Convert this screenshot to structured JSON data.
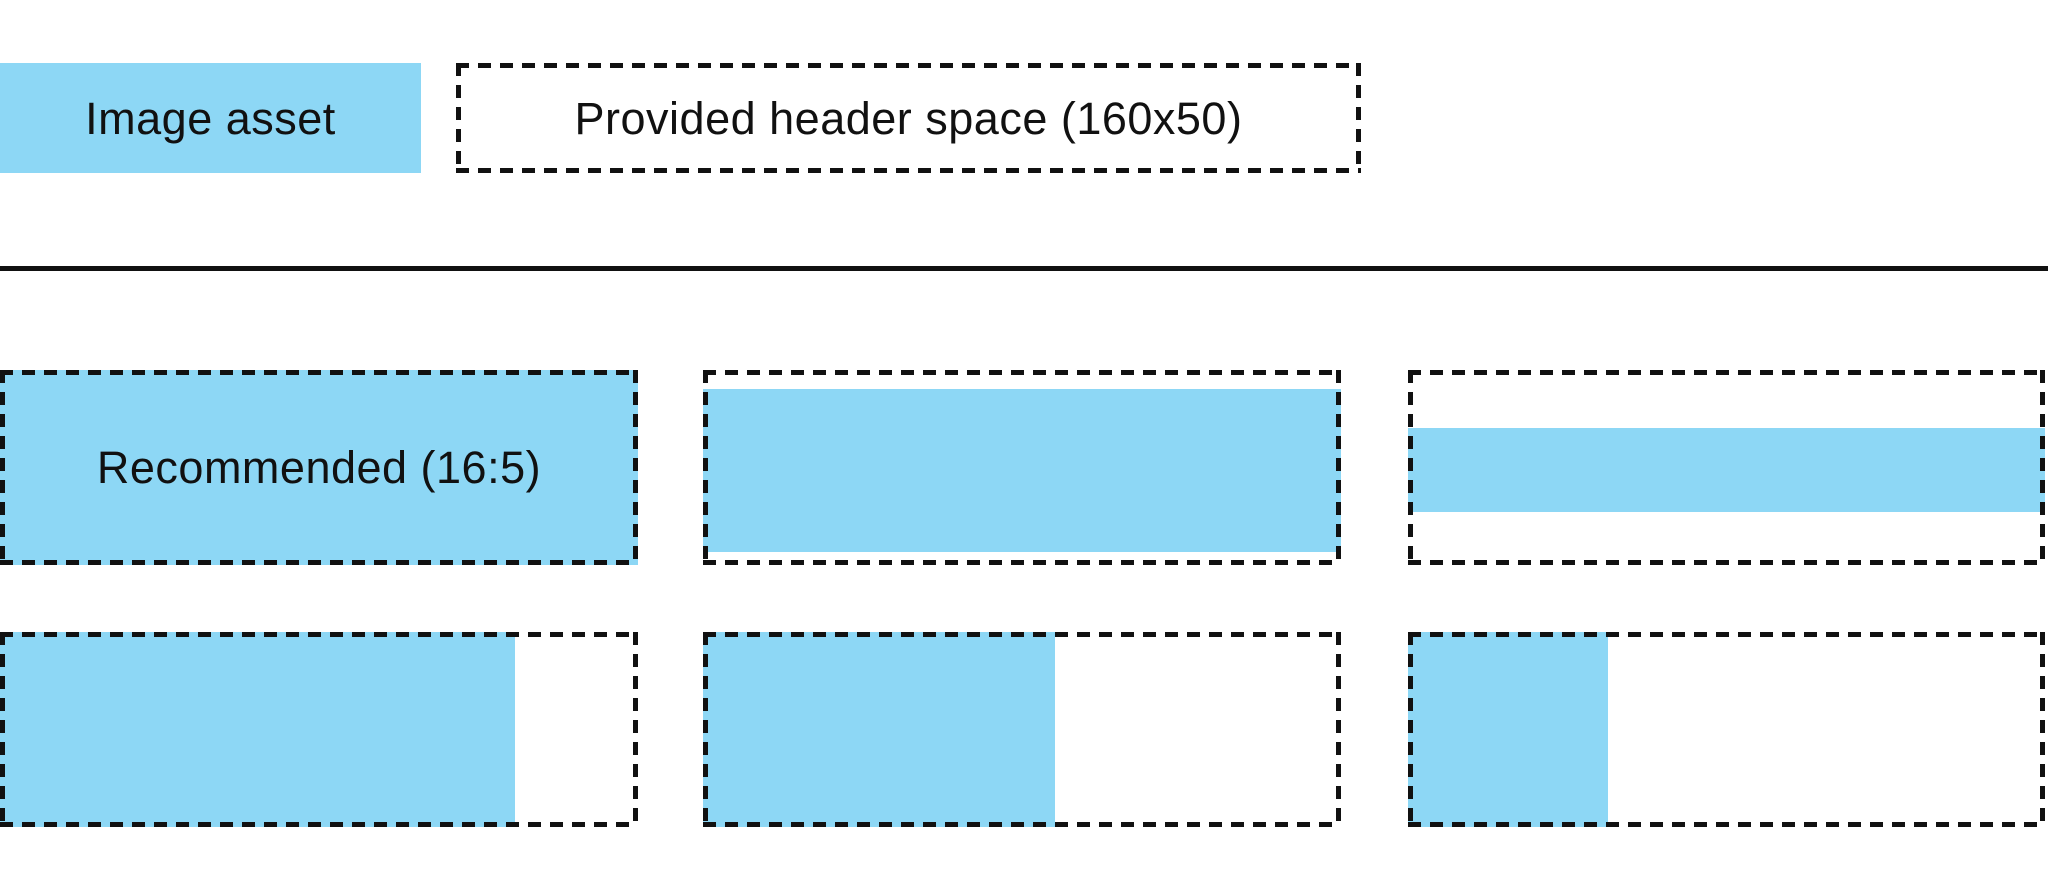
{
  "colors": {
    "asset_blue": "#8DD7F5",
    "outline_black": "#111111",
    "background": "#FFFFFF"
  },
  "legend": {
    "image_asset_label": "Image asset",
    "header_space_label": "Provided header space (160x50)"
  },
  "examples": {
    "recommended_label": "Recommended (16:5)",
    "cells": [
      {
        "id": "r1c1",
        "label": "Recommended (16:5)",
        "asset": {
          "left_pct": 0,
          "top_pct": 0,
          "width_pct": 100,
          "height_pct": 100
        }
      },
      {
        "id": "r1c2",
        "label": "",
        "asset": {
          "left_pct": 0,
          "top_pct": 9.7,
          "width_pct": 100,
          "height_pct": 83.6
        }
      },
      {
        "id": "r1c3",
        "label": "",
        "asset": {
          "left_pct": 0,
          "top_pct": 29.7,
          "width_pct": 100,
          "height_pct": 43.1
        }
      },
      {
        "id": "r2c1",
        "label": "",
        "asset": {
          "left_pct": 0,
          "top_pct": 0,
          "width_pct": 80.7,
          "height_pct": 100
        }
      },
      {
        "id": "r2c2",
        "label": "",
        "asset": {
          "left_pct": 0,
          "top_pct": 0,
          "width_pct": 55.2,
          "height_pct": 100
        }
      },
      {
        "id": "r2c3",
        "label": "",
        "asset": {
          "left_pct": 0,
          "top_pct": 0,
          "width_pct": 31.4,
          "height_pct": 100
        }
      }
    ]
  }
}
